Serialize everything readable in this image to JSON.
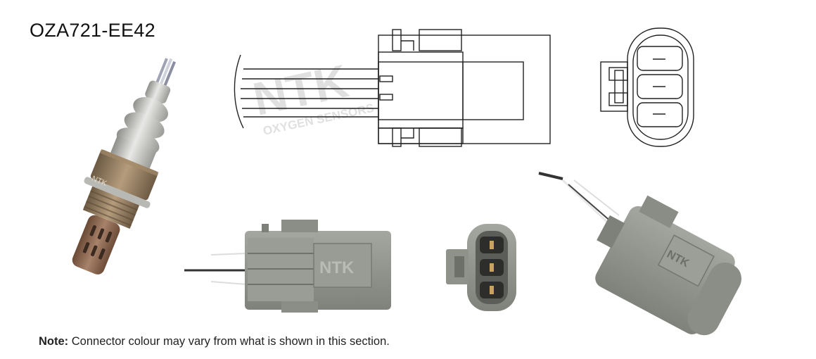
{
  "part_number": "OZA721-EE42",
  "note": {
    "label": "Note:",
    "text": " Connector colour may vary from what is shown in this section."
  },
  "brand_logo": "NTK",
  "brand_sub": "OXYGEN SENSORS",
  "connector_brand": "NTK",
  "sensor_brand": "NTK",
  "colors": {
    "connector_grey": "#8f918b",
    "sensor_silver": "#c9c9c6",
    "hex_brown": "#8a7458"
  }
}
